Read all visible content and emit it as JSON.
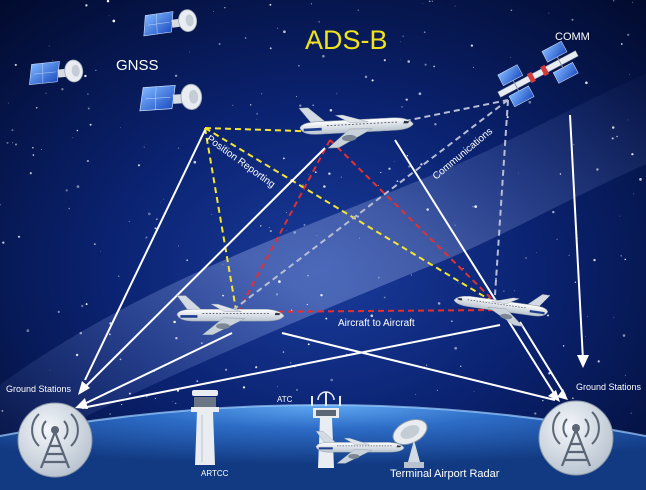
{
  "title": "ADS-B",
  "labels": {
    "gnss": "GNSS",
    "comm": "COMM",
    "position_reporting": "Position Reporting",
    "communications": "Communications",
    "aircraft_to_aircraft": "Aircraft to Aircraft",
    "ground_stations_left": "Ground Stations",
    "ground_stations_right": "Ground Stations",
    "atc": "ATC",
    "artcc": "ARTCC",
    "terminal_airport_radar": "Terminal Airport Radar"
  },
  "colors": {
    "title": "#f2e21a",
    "background_top": "#061a5c",
    "background_bottom": "#010820",
    "position_link": "#f4e533",
    "aircraft_link": "#e23030",
    "comm_link": "#b8bdd6",
    "ground_link": "#ffffff"
  },
  "icons": [
    "gnss-satellite-icon",
    "comm-space-station-icon",
    "airliner-icon",
    "ground-station-antenna-icon",
    "artcc-control-tower-icon",
    "atc-tower-icon",
    "radar-dish-icon"
  ]
}
